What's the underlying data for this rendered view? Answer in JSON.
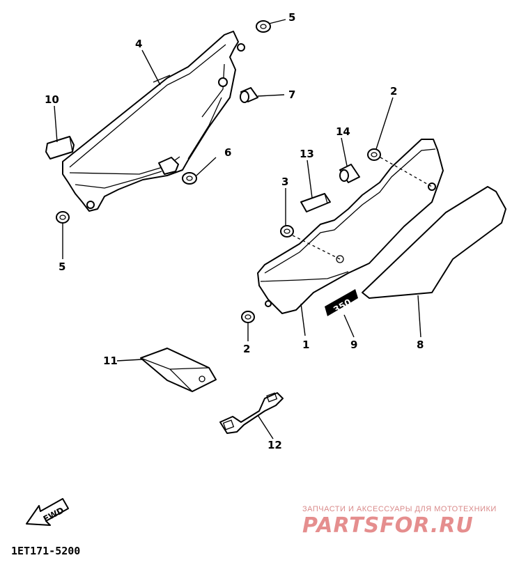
{
  "callouts": {
    "c1": "1",
    "c2a": "2",
    "c2b": "2",
    "c3": "3",
    "c4": "4",
    "c5a": "5",
    "c5b": "5",
    "c6": "6",
    "c7": "7",
    "c8": "8",
    "c9": "9",
    "c10": "10",
    "c11": "11",
    "c12": "12",
    "c13": "13",
    "c14": "14"
  },
  "badge_text": "350",
  "fwd_label": "FWD",
  "reference_code": "1ET171-5200",
  "watermark": {
    "subtitle": "ЗАПЧАСТИ И АКСЕССУАРЫ ДЛЯ МОТОТЕХНИКИ",
    "brand": "PARTSFOR.RU",
    "color": "#e58e8e"
  }
}
